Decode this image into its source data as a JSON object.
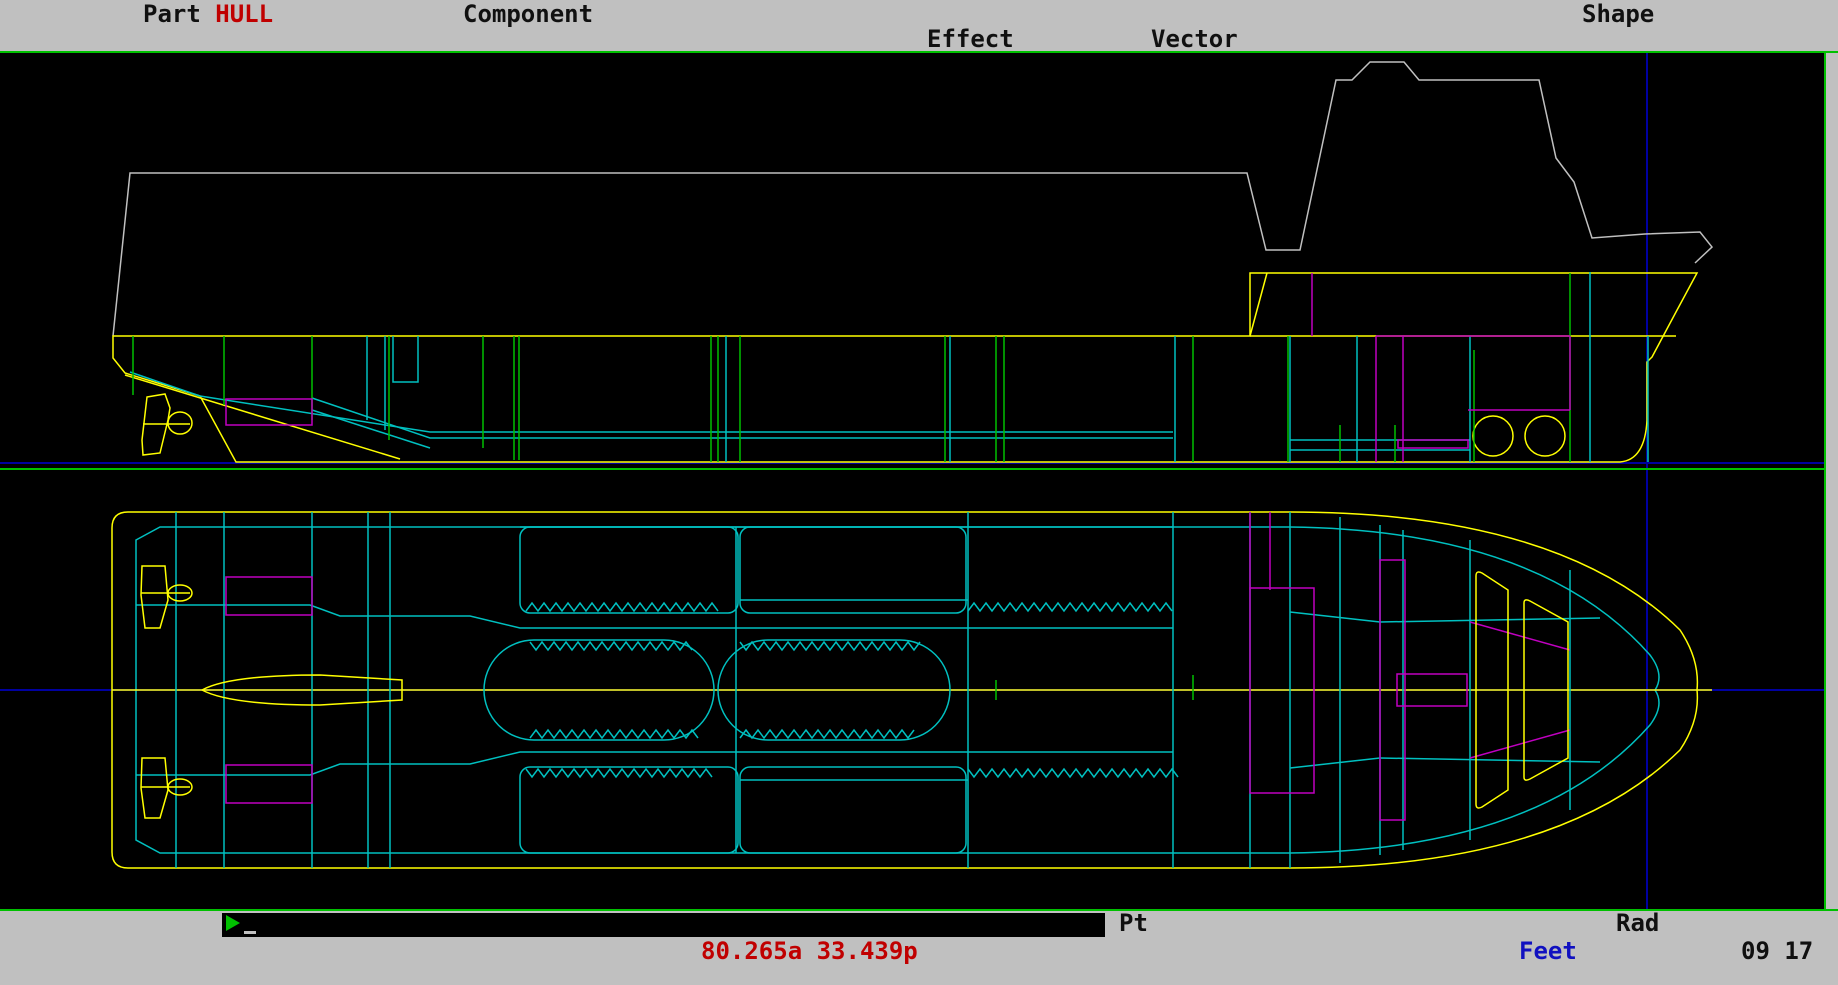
{
  "menu": {
    "part_label": "Part",
    "part_value": "HULL",
    "component_label": "Component",
    "effect_label": "Effect",
    "vector_label": "Vector",
    "shape_label": "Shape"
  },
  "command": {
    "input_value": "",
    "pt_label": "Pt",
    "rad_label": "Rad"
  },
  "status": {
    "coordinates": "80.265a 33.439p",
    "units": "Feet",
    "time": "09 17"
  },
  "colors": {
    "hull_outline": "#ffff00",
    "structure": "#00c0c0",
    "frames": "#00c000",
    "tanks": "#c000c0",
    "superstructure": "#c0c0c0",
    "centerline": "#0000a0",
    "divider": "#00c000"
  },
  "icons": {
    "prompt": "green-arrow-icon"
  }
}
